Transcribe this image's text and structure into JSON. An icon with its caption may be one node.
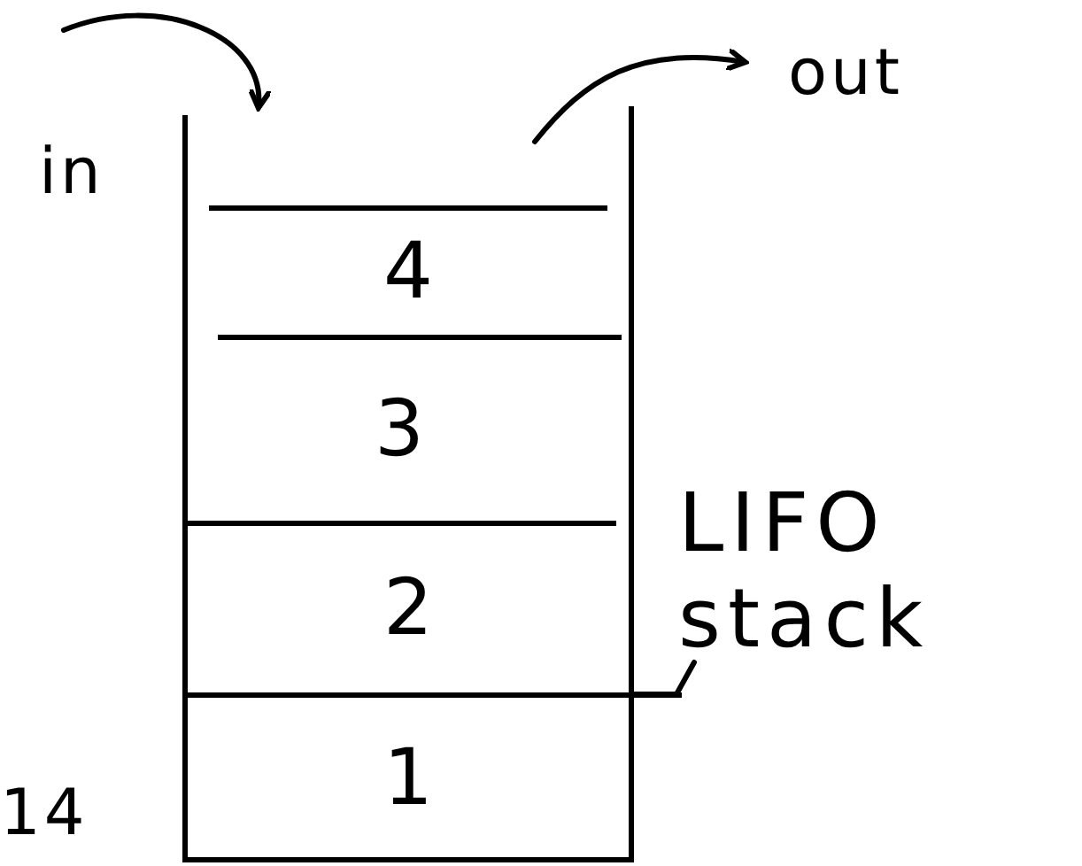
{
  "diagram": {
    "nodes": [
      {
        "text": [],
        "shape": "box"
      },
      {
        "text": [
          "4"
        ],
        "in": 0
      },
      {
        "text": [
          "3"
        ],
        "in": 0
      },
      {
        "text": [
          "2"
        ],
        "in": 0
      },
      {
        "text": [
          "1"
        ],
        "in": 0
      },
      {
        "text": [
          "LIFO stack"
        ]
      }
    ],
    "edges": [
      {
        "from": null,
        "to": 0,
        "arrow": "to"
      },
      {
        "from": 0,
        "to": null,
        "arrow": "to"
      },
      {
        "from": 5,
        "to": 4,
        "arrow": "none"
      }
    ],
    "labels": [
      "in",
      "out",
      "14"
    ]
  }
}
